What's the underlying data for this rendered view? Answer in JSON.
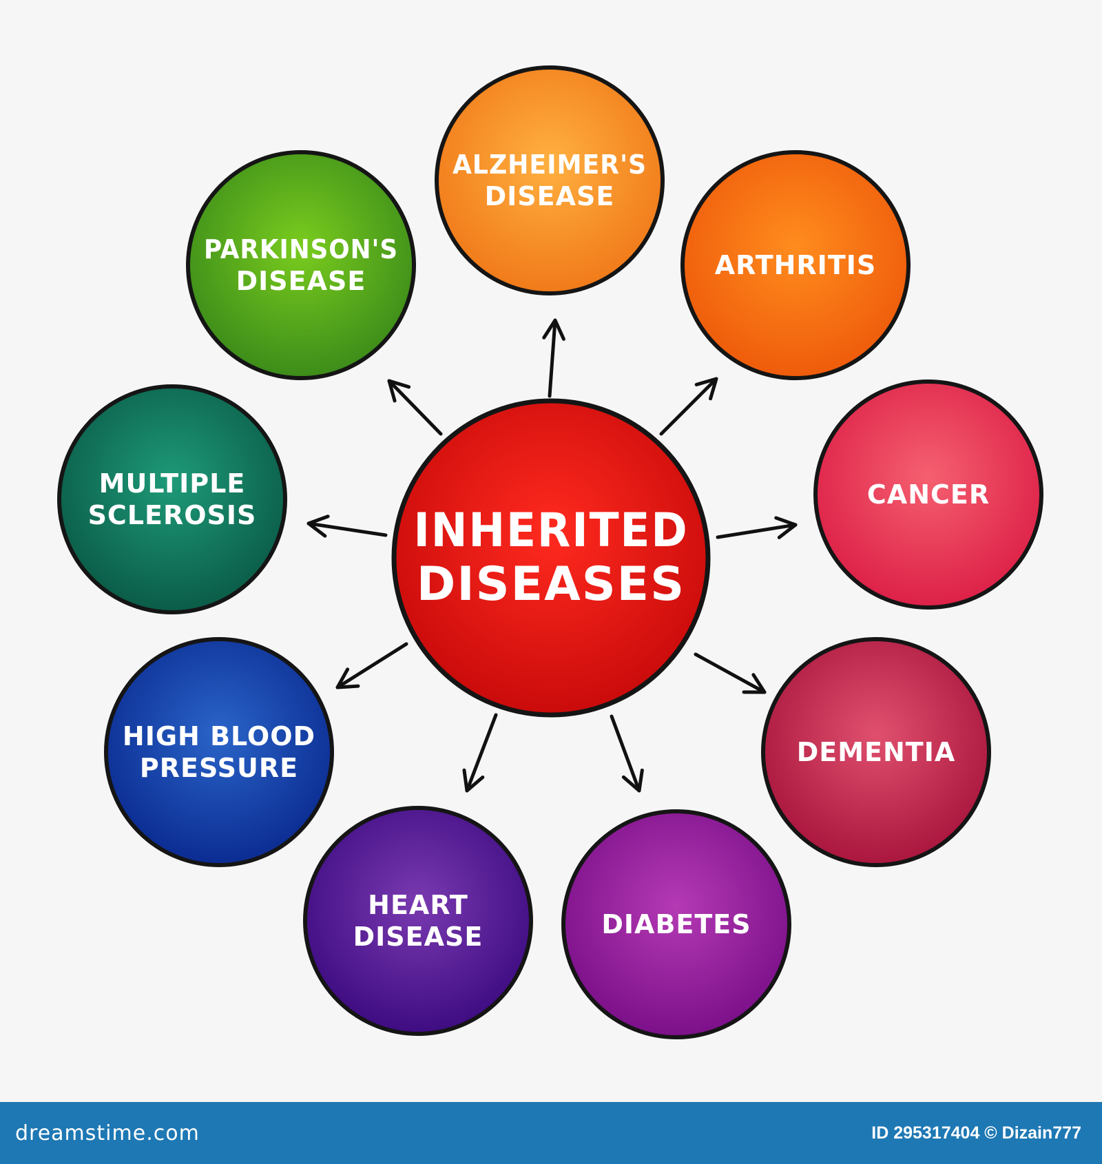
{
  "center": {
    "lines": [
      "INHERITED",
      "DISEASES"
    ],
    "color_light": "#ff2a1f",
    "color_dark": "#c80a0a"
  },
  "nodes": [
    {
      "id": "alzheimers",
      "lines": [
        "ALZHEIMER'S",
        "DISEASE"
      ],
      "color_light": "#ffb040",
      "color_dark": "#f07818"
    },
    {
      "id": "arthritis",
      "lines": [
        "ARTHRITIS"
      ],
      "color_light": "#ff8c1e",
      "color_dark": "#ee5a0a"
    },
    {
      "id": "cancer",
      "lines": [
        "CANCER"
      ],
      "color_light": "#f56070",
      "color_dark": "#dc1e46"
    },
    {
      "id": "dementia",
      "lines": [
        "DEMENTIA"
      ],
      "color_light": "#e0506e",
      "color_dark": "#a8143c"
    },
    {
      "id": "diabetes",
      "lines": [
        "DIABETES"
      ],
      "color_light": "#b43ab4",
      "color_dark": "#7a0f88"
    },
    {
      "id": "heart-disease",
      "lines": [
        "HEART",
        "DISEASE"
      ],
      "color_light": "#7a3ab0",
      "color_dark": "#3c0a80"
    },
    {
      "id": "high-blood-pressure",
      "lines": [
        "HIGH BLOOD",
        "PRESSURE"
      ],
      "color_light": "#2a64c8",
      "color_dark": "#0a2a90"
    },
    {
      "id": "multiple-sclerosis",
      "lines": [
        "MULTIPLE",
        "SCLEROSIS"
      ],
      "color_light": "#1e9a78",
      "color_dark": "#0a5a46"
    },
    {
      "id": "parkinsons",
      "lines": [
        "PARKINSON'S",
        "DISEASE"
      ],
      "color_light": "#7acc1e",
      "color_dark": "#3a8a1a"
    }
  ],
  "footer": {
    "site": "dreamstime.com",
    "credit": "ID 295317404 © Dizain777"
  }
}
